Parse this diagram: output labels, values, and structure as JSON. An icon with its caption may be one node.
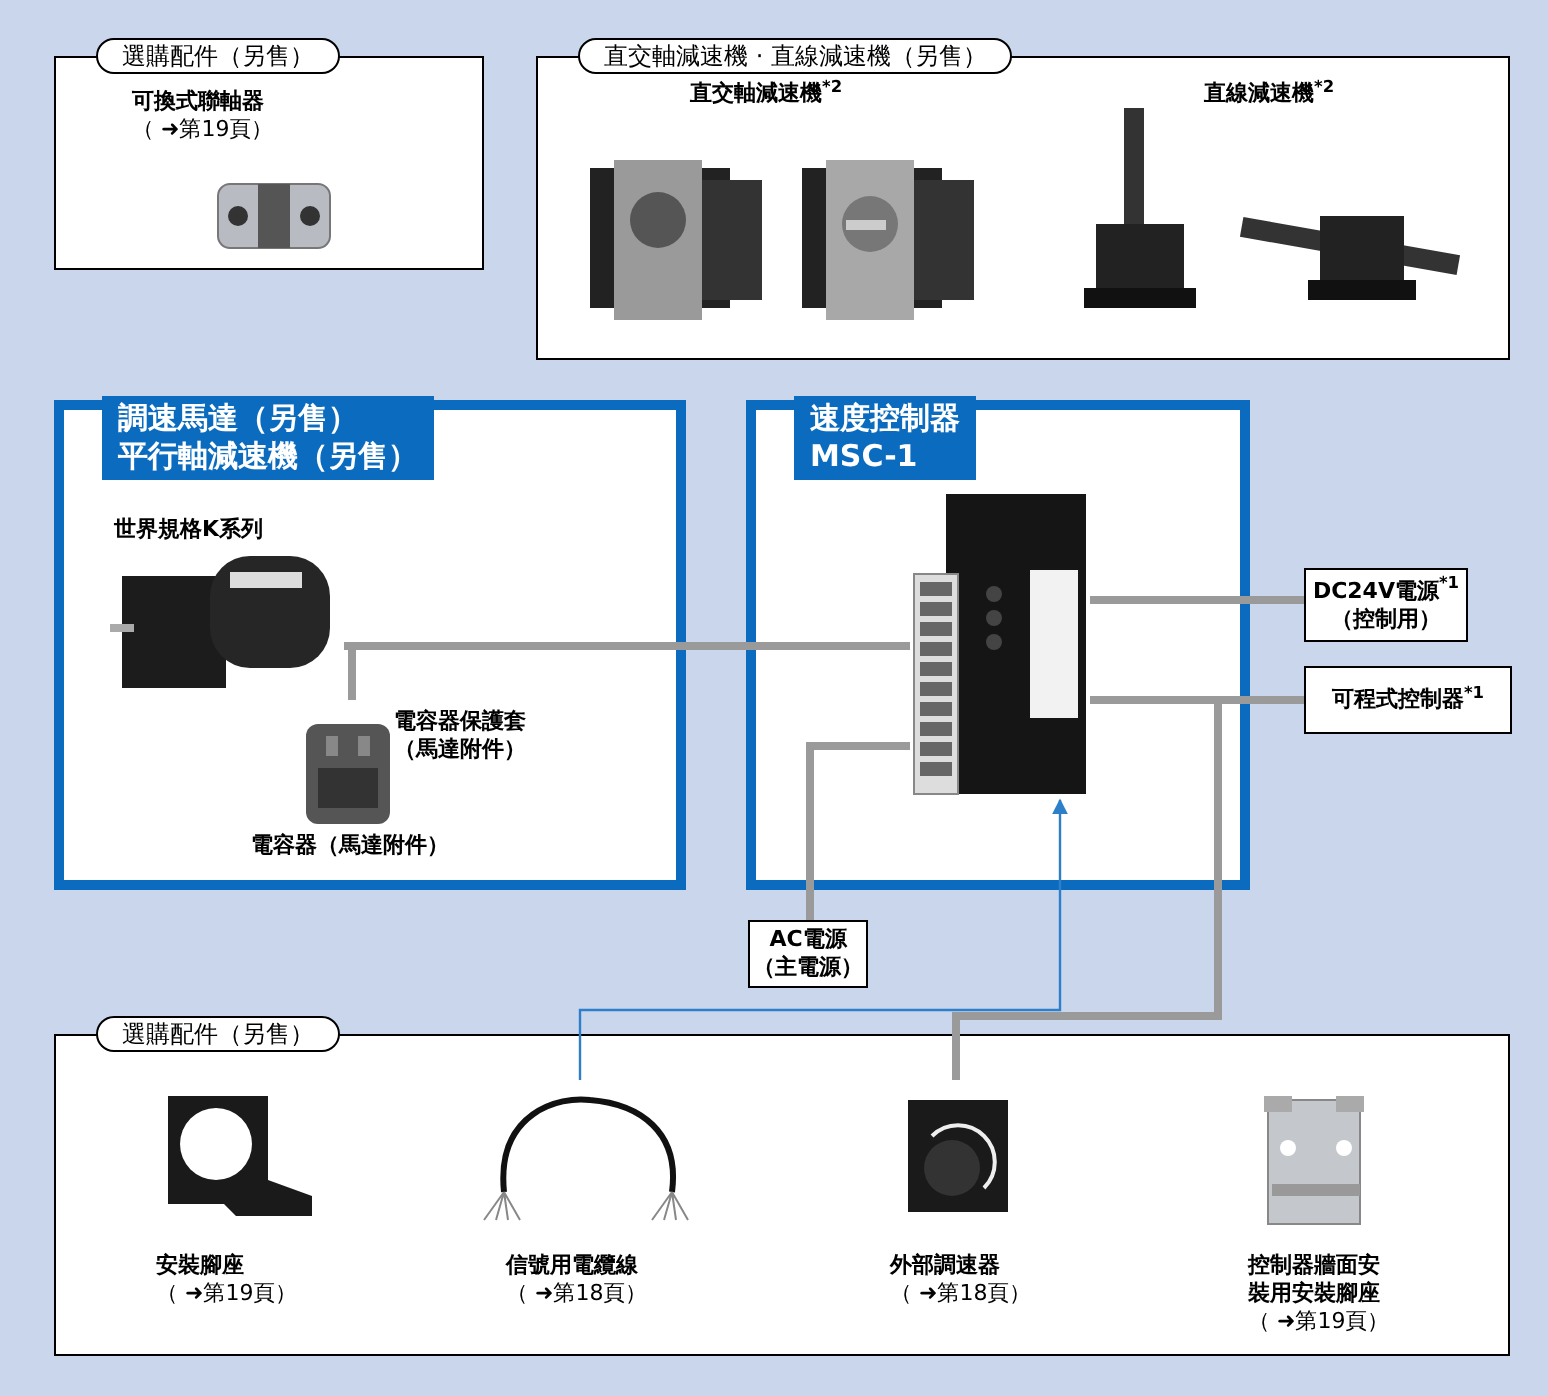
{
  "diagram": {
    "nodes": [
      {
        "text": [
          "選購配件（另售）"
        ]
      },
      {
        "text": [
          "可換式聯軸器",
          "（ ➜第19頁）"
        ],
        "in": 0
      },
      {
        "text": [
          "直交軸減速機 · 直線減速機（另售）"
        ]
      },
      {
        "text": [
          "直交軸減速機$^{*2}$"
        ],
        "in": 2
      },
      {
        "text": [
          "直線減速機$^{*2}$"
        ],
        "in": 2
      },
      {
        "text": [
          "調速馬達（另售）",
          "平行軸減速機（另售）"
        ]
      },
      {
        "text": [
          "世界規格**K**系列"
        ],
        "in": 5
      },
      {
        "text": [
          "電容器保護套（馬達附件）",
          "電容器（馬達附件）"
        ],
        "in": 5
      },
      {
        "text": [
          "速度控制器",
          "MSC-1"
        ]
      },
      {
        "text": [],
        "shape": "picture",
        "in": 8
      },
      {
        "text": [
          "DC24V電源$^{*1}$",
          "（控制用）"
        ]
      },
      {
        "text": [
          "可程式控制器$^{*1}$"
        ]
      },
      {
        "text": [
          "AC電源",
          "（主電源）"
        ]
      },
      {
        "text": [
          "選購配件（另售）"
        ]
      },
      {
        "text": [
          "安裝腳座",
          "（ ➜第19頁）"
        ],
        "in": 13
      },
      {
        "text": [
          "信號用電纜線",
          "（ ➜第18頁）"
        ],
        "in": 13
      },
      {
        "text": [
          "外部調速器",
          "（ ➜第18頁）"
        ],
        "in": 13
      },
      {
        "text": [
          "控制器牆面安裝用安裝腳座",
          "（ ➜第19頁）"
        ],
        "in": 13
      }
    ],
    "edges": [
      {
        "from": 6,
        "to": 9,
        "arrow": "none"
      },
      {
        "from": 7,
        "to": 6,
        "arrow": "none"
      },
      {
        "from": 9,
        "to": 10,
        "arrow": "none"
      },
      {
        "from": 9,
        "to": 11,
        "arrow": "none"
      },
      {
        "from": 9,
        "to": 12,
        "arrow": "none"
      },
      {
        "from": 15,
        "to": 9,
        "arrow": "to",
        "color": "#2d7fc9"
      },
      {
        "from": 16,
        "to": 9,
        "arrow": "none"
      }
    ]
  }
}
